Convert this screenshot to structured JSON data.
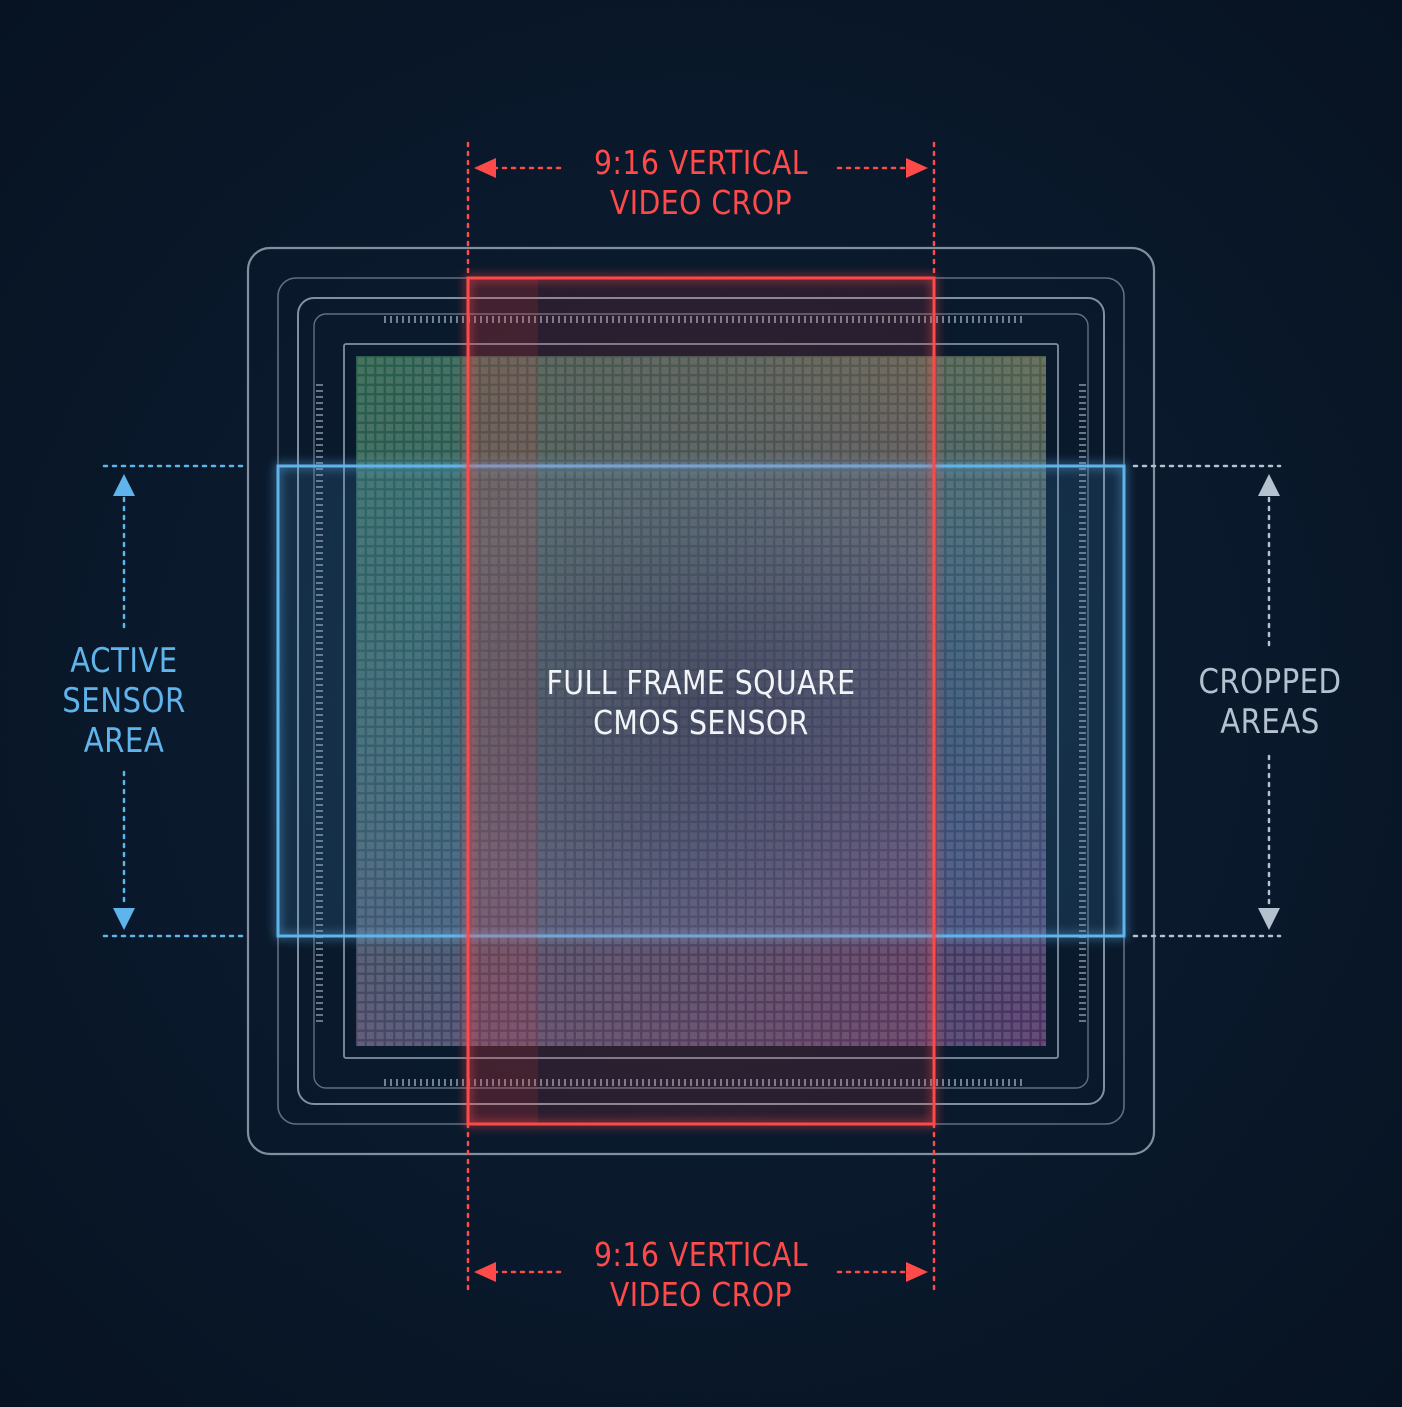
{
  "colors": {
    "background": "#0a1a2d",
    "crop_red": "#ff4a4a",
    "active_blue": "#5fb4ec",
    "cropped_grey": "#b4c2cf",
    "sensor_text": "#f2f5f8",
    "frame_line": "#a8b8c6"
  },
  "crop_top": {
    "line1": "9:16 VERTICAL",
    "line2": "VIDEO CROP"
  },
  "crop_bottom": {
    "line1": "9:16 VERTICAL",
    "line2": "VIDEO CROP"
  },
  "sensor": {
    "line1": "FULL FRAME SQUARE",
    "line2": "CMOS SENSOR"
  },
  "active_area": {
    "line1": "ACTIVE",
    "line2": "SENSOR",
    "line3": "AREA"
  },
  "cropped_areas": {
    "line1": "CROPPED",
    "line2": "AREAS"
  }
}
